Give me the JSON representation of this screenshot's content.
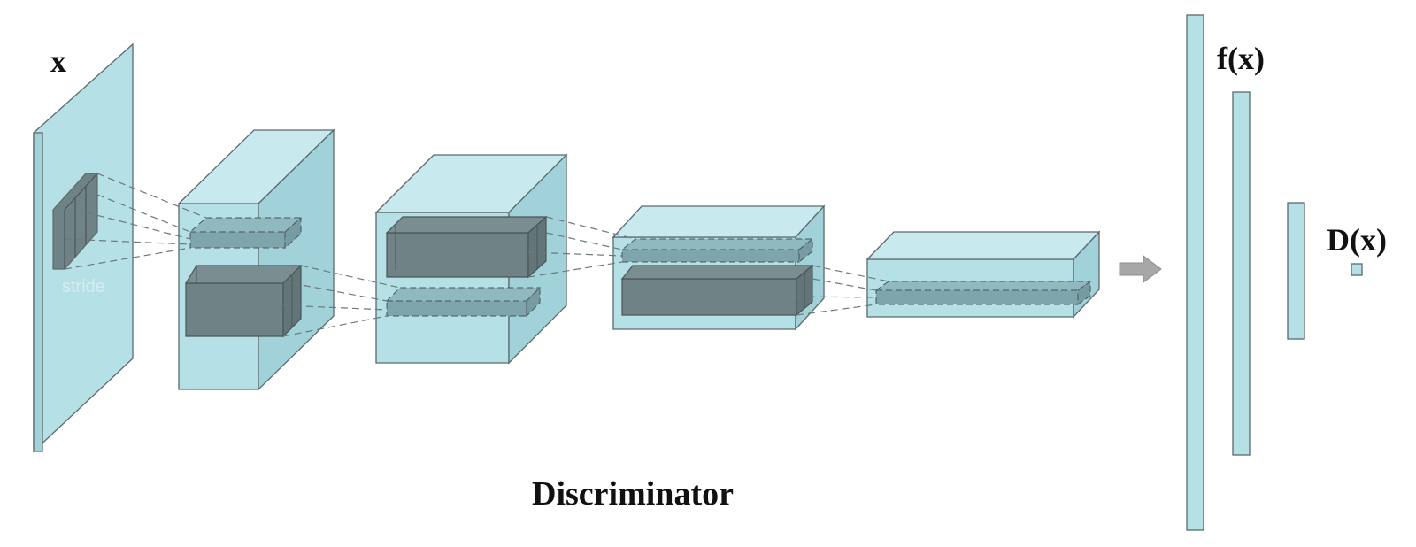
{
  "diagram": {
    "input_label": "x",
    "feature_label": "f(x)",
    "output_label": "D(x)",
    "caption": "Discriminator"
  },
  "colors": {
    "face_front": "#b5e0e6",
    "face_top": "#c8e9ee",
    "face_side": "#a2d2d9",
    "kernel": "#6f8387",
    "edge": "#5b6a6e",
    "arrow": "#a7a7a7",
    "text": "#111111"
  }
}
